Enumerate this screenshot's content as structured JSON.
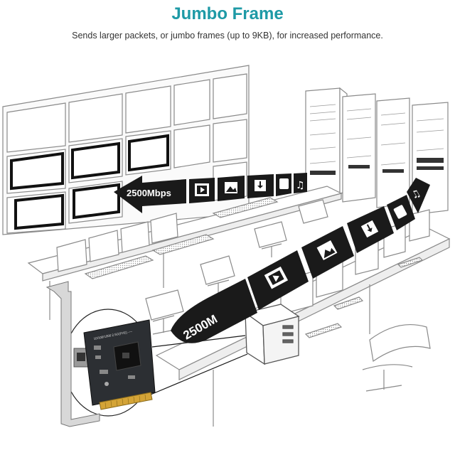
{
  "header": {
    "title": "Jumbo Frame",
    "subtitle": "Sends larger packets, or jumbo frames (up to 9KB), for increased performance."
  },
  "arrows": {
    "upper_label": "2500Mbps",
    "lower_label": "2500M"
  },
  "card": {
    "chip_label": "10/100/1000 2.5G(PXE) ----"
  },
  "icons": {
    "arrow_upper": [
      "video-frame-icon",
      "image-icon",
      "download-icon",
      "monitor-icon",
      "music-note-icon"
    ],
    "arrow_lower": [
      "video-frame-icon",
      "image-icon",
      "download-icon",
      "monitor-icon",
      "music-note-icon"
    ]
  },
  "colors": {
    "title": "#1e9aa6",
    "arrow": "#1a1a1a",
    "line_art": "#8a8a8a"
  }
}
